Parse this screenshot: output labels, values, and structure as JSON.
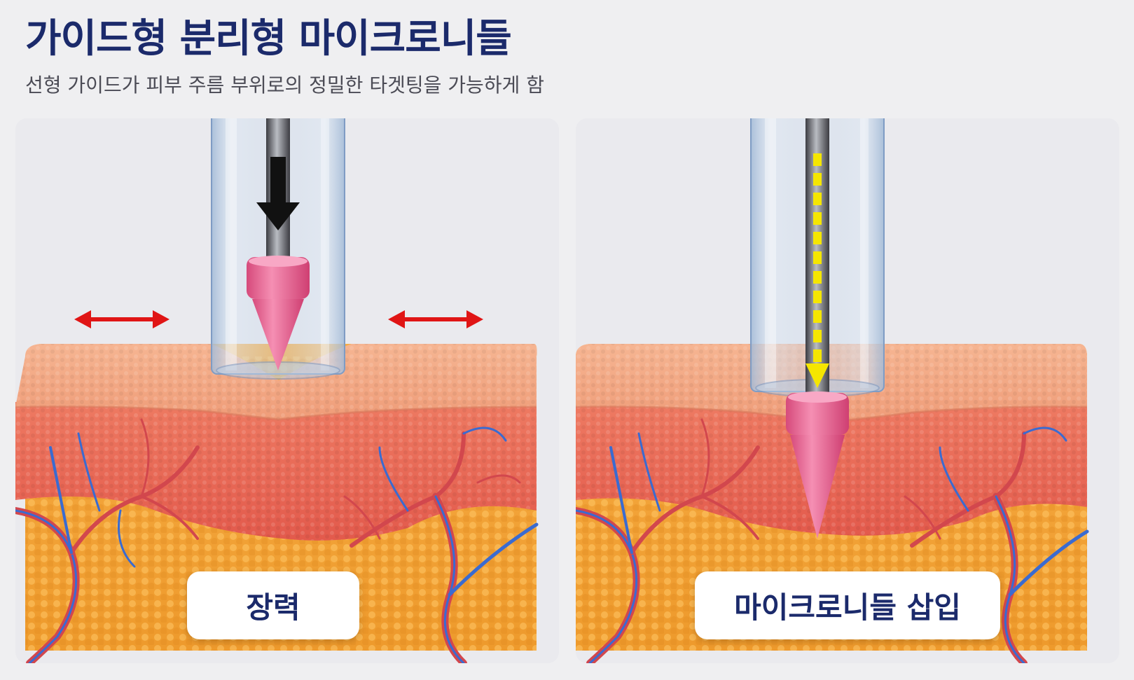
{
  "header": {
    "title": "가이드형 분리형 마이크로니들",
    "subtitle": "선형 가이드가 피부 주름 부위로의 정밀한 타겟팅을 가능하게 함"
  },
  "panels": [
    {
      "label": "장력"
    },
    {
      "label": "마이크로니들 삽입"
    }
  ],
  "colors": {
    "title": "#1b2a6b",
    "tension_arrow": "#e01515",
    "insertion_arrow": "#f5e600",
    "microneedle": "#e8608f",
    "epidermis": "#f2a885",
    "dermis": "#e96a57",
    "fat": "#f3a23a"
  },
  "icons": {
    "tension_arrows": "double-headed-arrow-icon",
    "push_arrow": "down-arrow-icon",
    "insertion_arrow": "dashed-down-arrow-icon"
  }
}
